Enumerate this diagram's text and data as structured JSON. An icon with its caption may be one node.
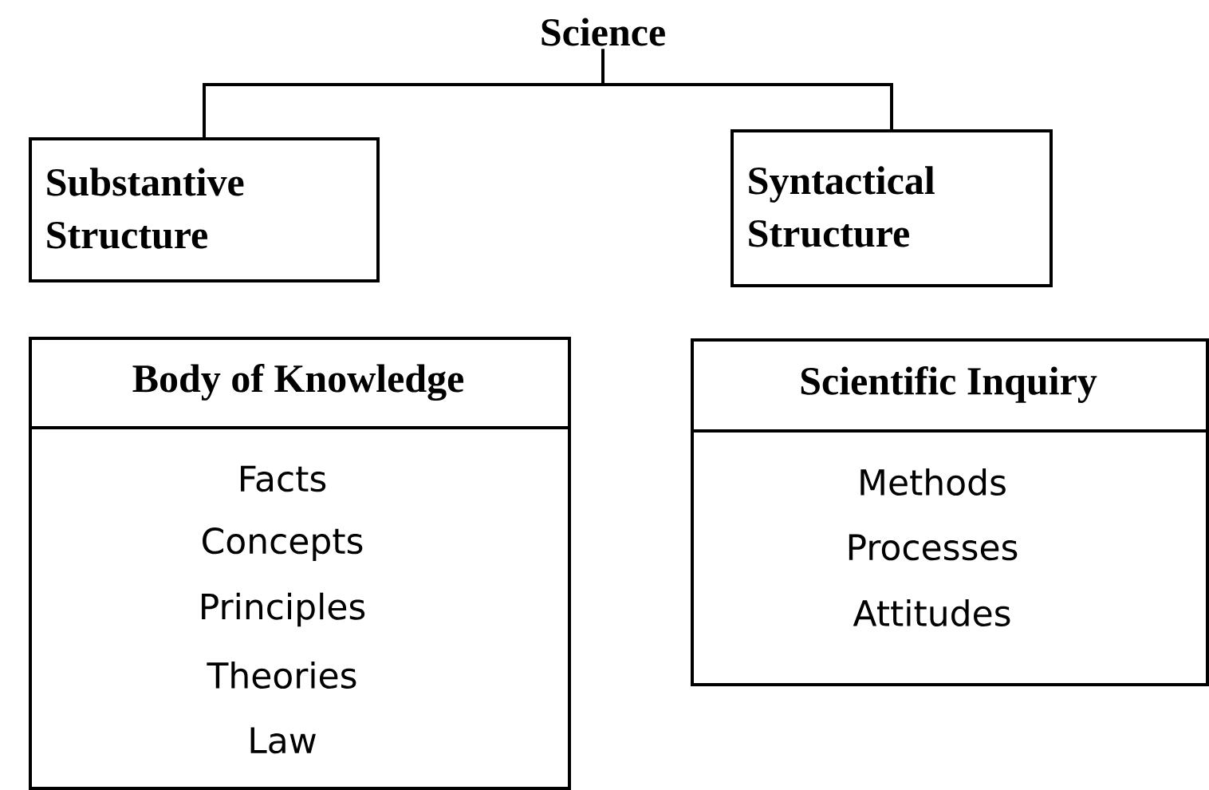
{
  "diagram": {
    "nodes": [
      {
        "text": [
          "Science"
        ]
      },
      {
        "text": [
          "Substantive Structure"
        ]
      },
      {
        "text": [
          "Syntactical Structure"
        ]
      },
      {
        "text": [
          "Body of Knowledge",
          "Facts",
          "Concepts",
          "Principles",
          "Theories",
          "Law"
        ]
      },
      {
        "text": [
          "Scientific Inquiry",
          "Methods",
          "Processes",
          "Attitudes"
        ]
      }
    ],
    "edges": [
      {
        "from": 0,
        "to": 1,
        "arrow": "none"
      },
      {
        "from": 0,
        "to": 2,
        "arrow": "none"
      }
    ]
  }
}
